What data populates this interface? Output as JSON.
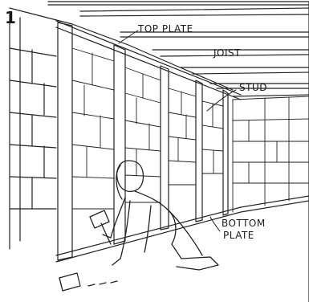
{
  "figure": {
    "number": "1",
    "labels": {
      "top_plate": "TOP PLATE",
      "joist": "JOIST",
      "stud": "STUD",
      "bottom_plate_line1": "BOTTOM",
      "bottom_plate_line2": "PLATE"
    }
  }
}
